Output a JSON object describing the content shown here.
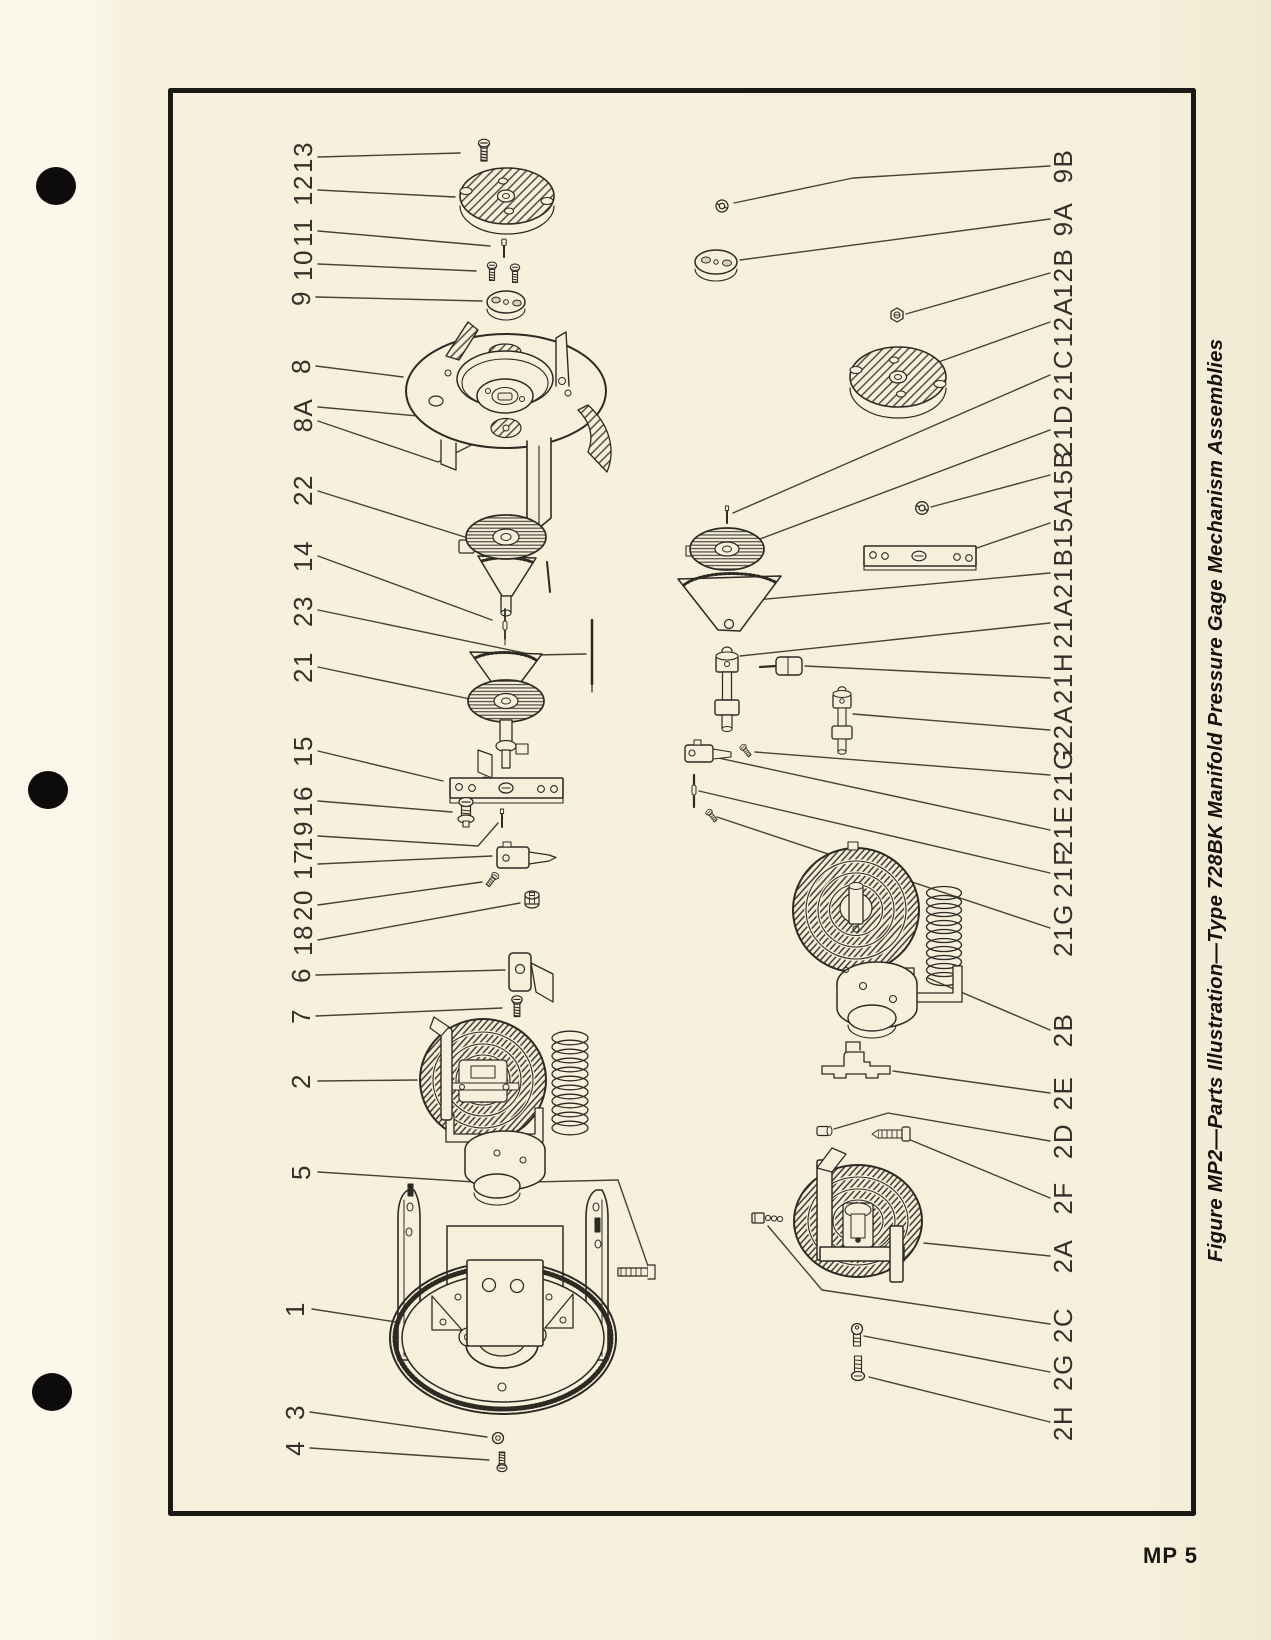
{
  "page": {
    "figure_caption": "Figure MP2—Parts Illustration—Type 728BK Manifold Pressure Gage Mechanism Assemblies",
    "page_number": "MP 5",
    "paper_color": "#f5efdb",
    "ink_color": "#2d2a24",
    "frame_color": "#1b1914"
  },
  "diagram": {
    "type": "exploded-parts-illustration",
    "left_callouts": [
      "13",
      "12",
      "11",
      "10",
      "9",
      "8",
      "8A",
      "22",
      "14",
      "23",
      "21",
      "15",
      "16",
      "19",
      "17",
      "20",
      "18",
      "6",
      "7",
      "2",
      "5",
      "1",
      "3",
      "4"
    ],
    "right_callouts": [
      "9B",
      "9A",
      "12B",
      "12A",
      "21C",
      "21D",
      "15B",
      "15A",
      "21B",
      "21A",
      "21H",
      "22A",
      "21G",
      "21E",
      "21F",
      "21G",
      "2B",
      "2E",
      "2D",
      "2F",
      "2A",
      "2C",
      "2G",
      "2H"
    ]
  }
}
